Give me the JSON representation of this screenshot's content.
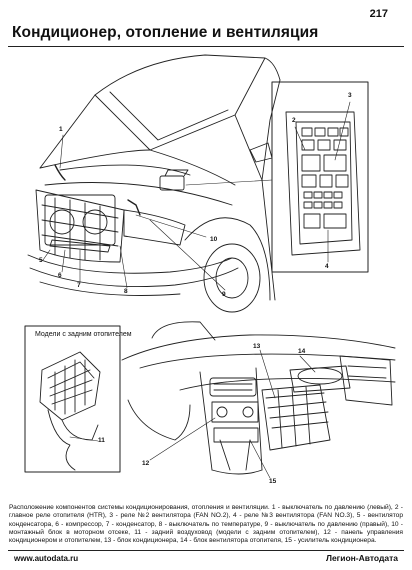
{
  "page": {
    "number": "217",
    "title": "Кондиционер, отопление и вентиляция"
  },
  "inset": {
    "caption": "Модели с задним отопителем"
  },
  "callouts": {
    "c1": "1",
    "c2": "2",
    "c3": "3",
    "c4": "4",
    "c5": "5",
    "c6": "6",
    "c7": "7",
    "c8": "8",
    "c9": "9",
    "c10": "10",
    "c11": "11",
    "c12": "12",
    "c13": "13",
    "c14": "14",
    "c15": "15"
  },
  "caption": "Расположение компонентов системы кондиционирования, отопления и вентиляции. 1 - выключатель по давлению (левый), 2 - главное реле отопителя (HTR), 3 - реле №2 вентилятора (FAN NO.2), 4 - реле №3 вентилятора (FAN NO.3), 5 - вентилятор конденсатора, 6 - компрессор, 7 - конденсатор, 8 - выключатель по температуре, 9 - выключатель по давлению (правый), 10 - монтажный блок в моторном отсеке, 11 - задний воздуховод (модели с задним отопителем), 12 - панель управления кондиционером и отопителем, 13 - блок кондиционера, 14 - блок вентилятора отопителя, 15 - усилитель кондиционера.",
  "footer": {
    "url": "www.autodata.ru",
    "publisher": "Легион-Автодата"
  }
}
